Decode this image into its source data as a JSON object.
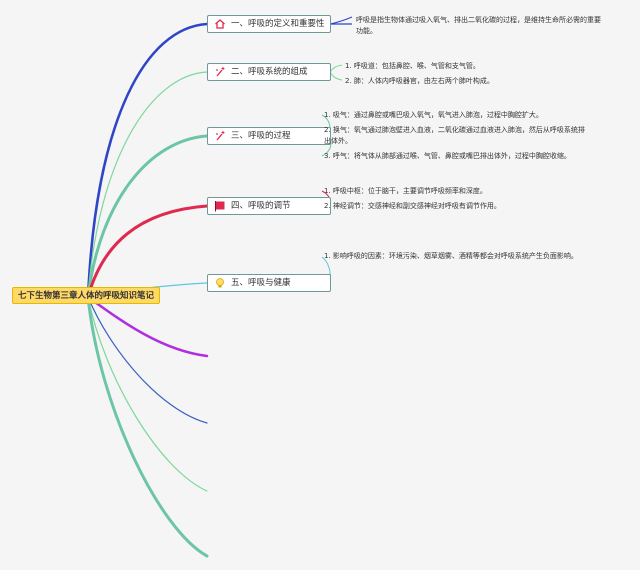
{
  "root": {
    "title": "七下生物第三章人体的呼吸知识笔记"
  },
  "branches": [
    {
      "label": "一、呼吸的定义和重要性",
      "icon": "home-icon",
      "color": "#2f45c7",
      "notes": [
        "呼吸是指生物体通过吸入氧气、排出二氧化碳的过程，是维持生命所必需的重要功能。"
      ]
    },
    {
      "label": "二、呼吸系统的组成",
      "icon": "sparkle-wand-icon",
      "color": "#7ed79a",
      "notes": [
        "1. 呼吸道：包括鼻腔、喉、气管和支气管。",
        "2. 肺：人体内呼吸器官，由左右两个肺叶构成。"
      ]
    },
    {
      "label": "三、呼吸的过程",
      "icon": "sparkle-wand-icon",
      "color": "#6cc6a6",
      "notes": [
        "1. 吸气：通过鼻腔或嘴巴吸入氧气，氧气进入肺泡，过程中胸腔扩大。",
        "2. 换气：氧气通过肺泡壁进入血液，二氧化碳通过血液进入肺泡，然后从呼吸系统排出体外。",
        "3. 呼气：将气体从肺部通过喉、气管、鼻腔或嘴巴排出体外，过程中胸腔收缩。"
      ]
    },
    {
      "label": "四、呼吸的调节",
      "icon": "red-flag-icon",
      "color": "#e0294e",
      "notes": [
        "1. 呼吸中枢：位于脑干，主要调节呼吸频率和深度。",
        "2. 神经调节：交感神经和副交感神经对呼吸有调节作用。"
      ]
    },
    {
      "label": "五、呼吸与健康",
      "icon": "lightbulb-icon",
      "color": "#5fc7dd",
      "notes": [
        "1. 影响呼吸的因素：环境污染、烟草烟雾、酒精等都会对呼吸系统产生负面影响。"
      ]
    }
  ],
  "extra_branch_colors": [
    "#b02ee0",
    "#3a5fc4",
    "#7ed79a",
    "#6cc6a6"
  ]
}
